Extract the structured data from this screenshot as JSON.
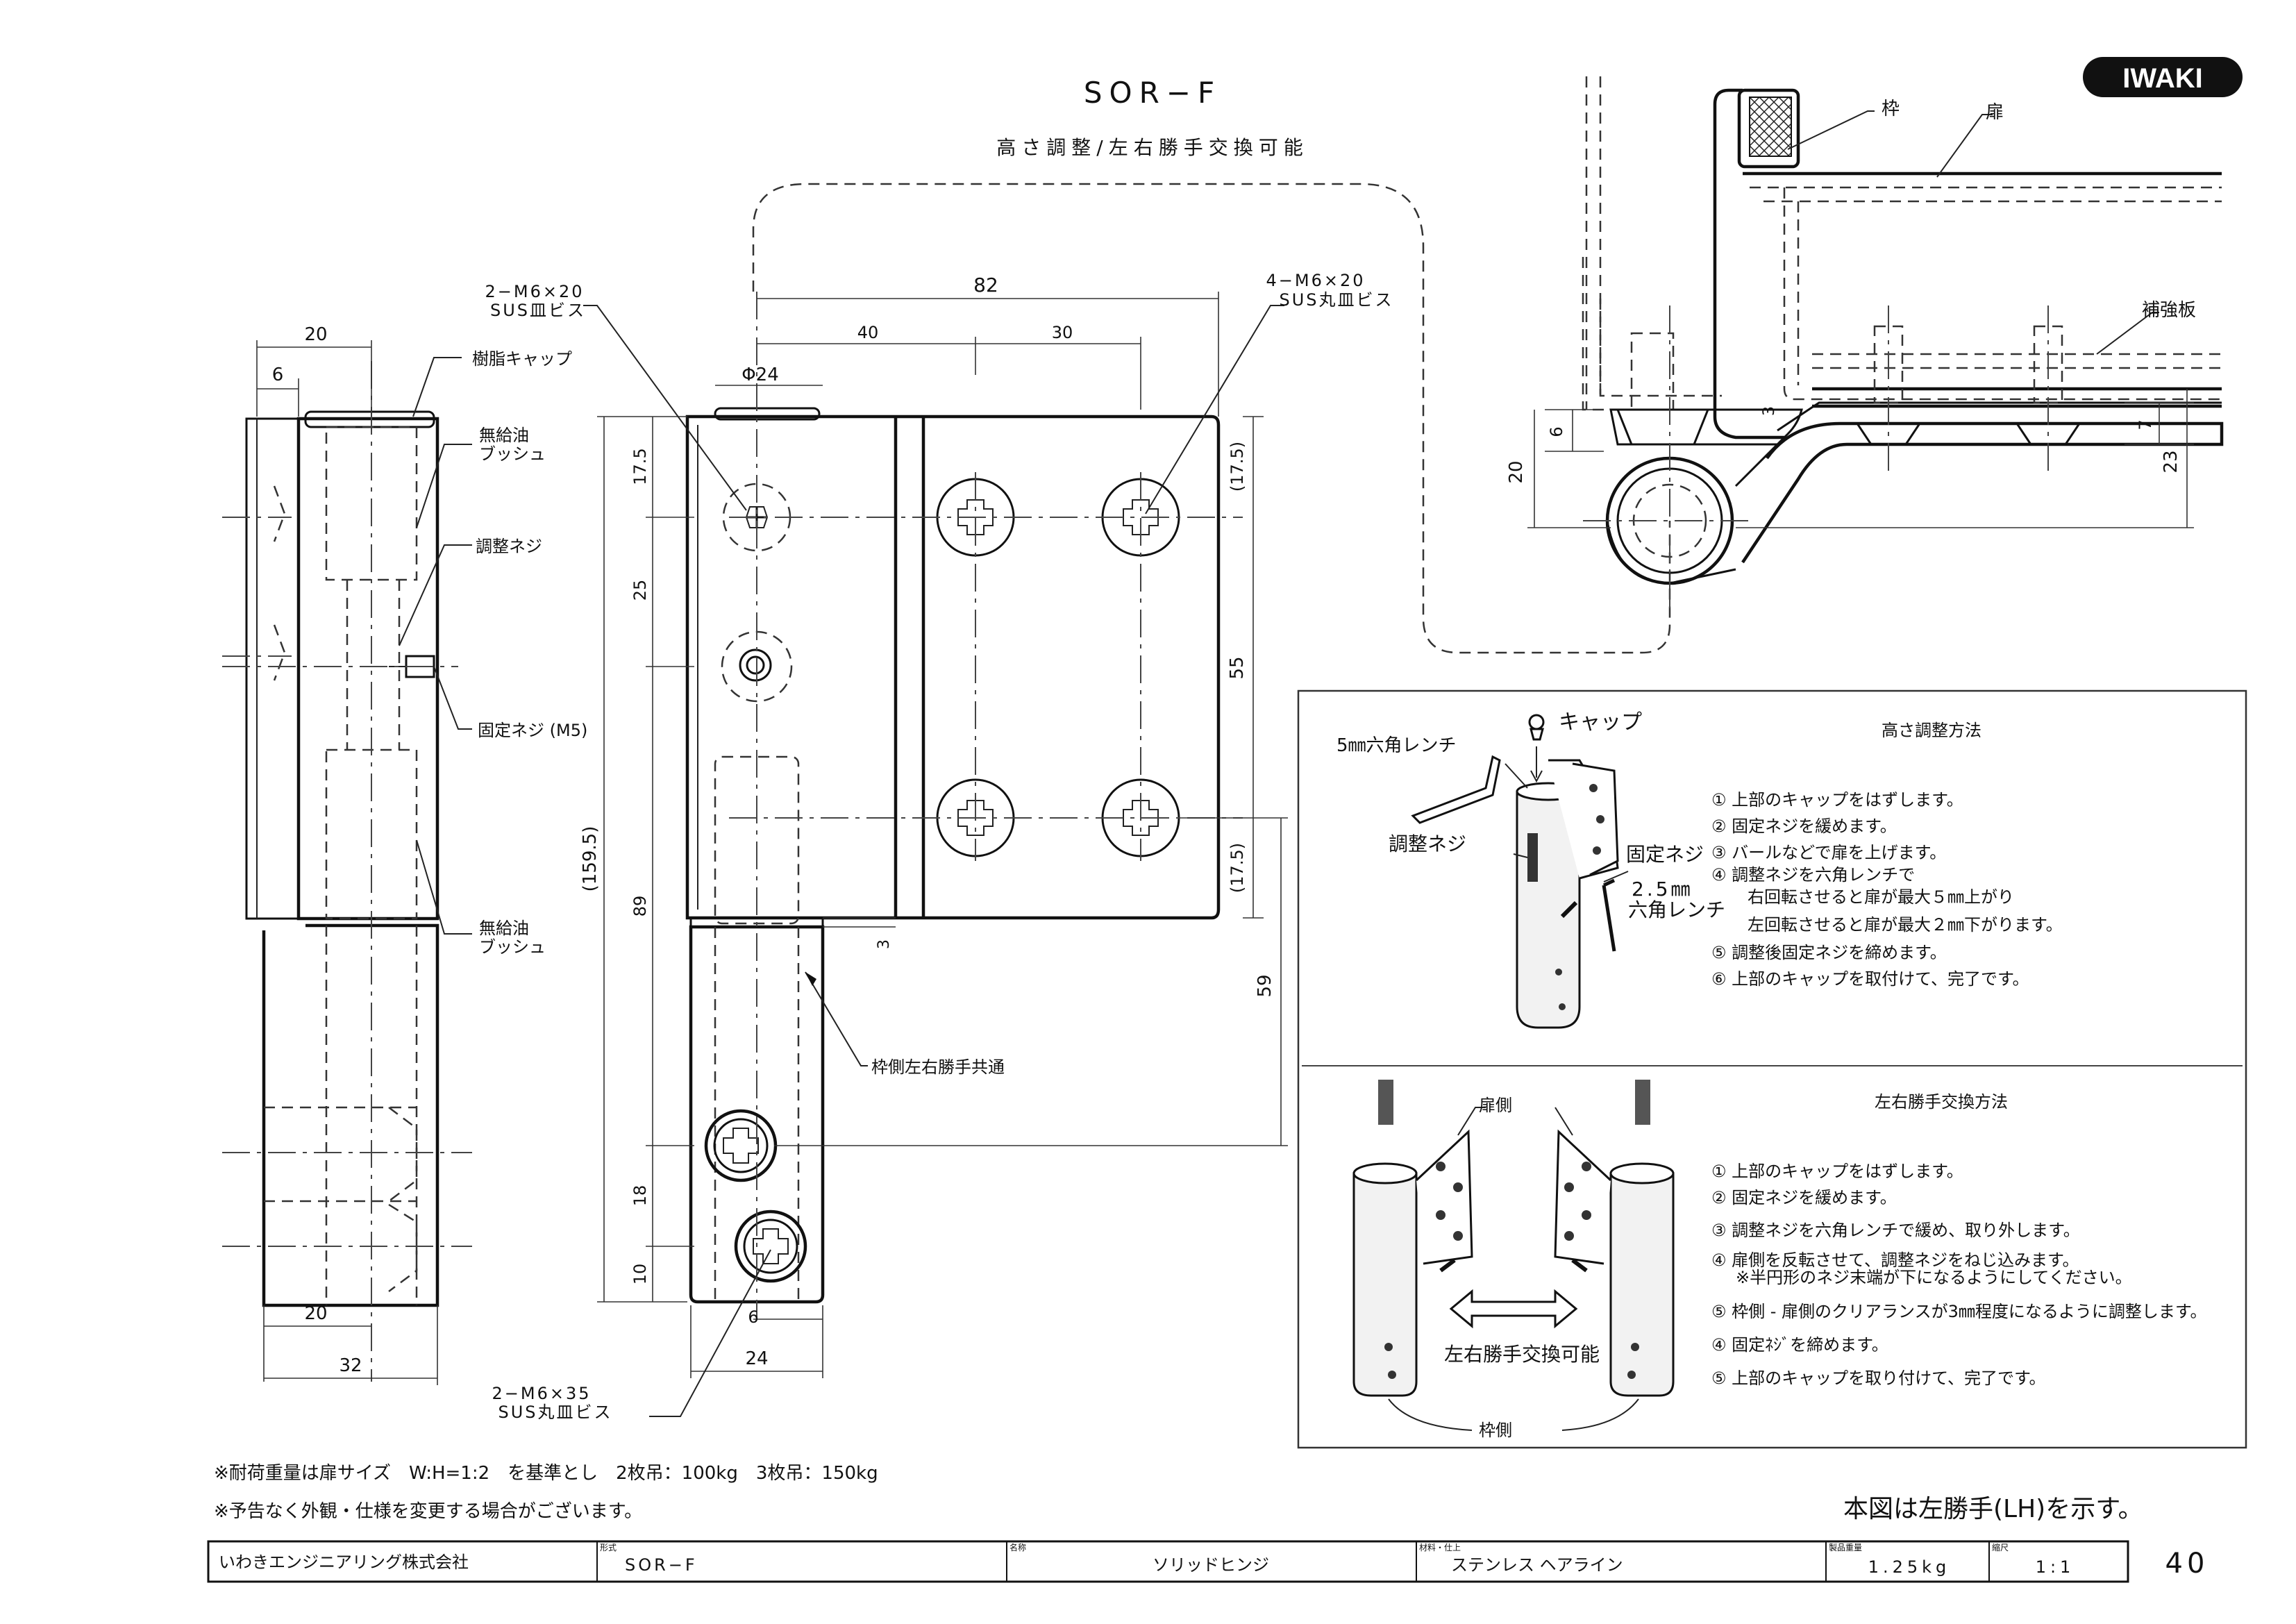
{
  "header": {
    "model": "SOR−F",
    "subtitle": "高さ調整/左右勝手交換可能",
    "brand": "IWAKI"
  },
  "side_view": {
    "dim_top_20": "20",
    "dim_top_6": "6",
    "dim_bottom_20": "20",
    "dim_bottom_32": "32",
    "label_cap": "樹脂キャップ",
    "label_bush_top": "無給油\nブッシュ",
    "label_adjust_screw": "調整ネジ",
    "label_fix_screw": "固定ネジ (M5)",
    "label_bush_bottom": "無給油\nブッシュ"
  },
  "front_view": {
    "screw_top_left_1": "2−M6×20",
    "screw_top_left_2": "SUS皿ビス",
    "screw_top_right_1": "4−M6×20",
    "screw_top_right_2": "SUS丸皿ビス",
    "screw_bottom_1": "2−M6×35",
    "screw_bottom_2": "SUS丸皿ビス",
    "dim_82": "82",
    "dim_40": "40",
    "dim_30": "30",
    "dim_phi24": "Φ24",
    "dim_17_5": "17.5",
    "dim_25": "25",
    "dim_159_5": "(159.5)",
    "dim_89": "89",
    "dim_18": "18",
    "dim_10": "10",
    "dim_6": "6",
    "dim_24": "24",
    "dim_3": "3",
    "dim_r17_5_top": "(17.5)",
    "dim_55": "55",
    "dim_r17_5_bottom": "(17.5)",
    "dim_59": "59",
    "label_frame_common": "枠側左右勝手共通"
  },
  "plan_view": {
    "label_frame": "枠",
    "label_door": "扉",
    "label_reinforce": "補強板",
    "dim_3": "3",
    "dim_6": "6",
    "dim_20": "20",
    "dim_7": "7",
    "dim_23": "23"
  },
  "instructions": {
    "height_title": "高さ調整方法",
    "height_steps": [
      "① 上部のキャップをはずします。",
      "② 固定ネジを緩めます。",
      "③ バールなどで扉を上げます。",
      "④ 調整ネジを六角レンチで",
      "右回転させると扉が最大５㎜上がり",
      "左回転させると扉が最大２㎜下がります。",
      "⑤ 調整後固定ネジを締めます。",
      "⑥ 上部のキャップを取付けて、完了です。"
    ],
    "fig_cap": "キャップ",
    "fig_wrench5": "5㎜六角レンチ",
    "fig_adjust": "調整ネジ",
    "fig_fix": "固定ネジ",
    "fig_wrench25_1": "2.5㎜",
    "fig_wrench25_2": "六角レンチ",
    "swap_title": "左右勝手交換方法",
    "swap_steps": [
      "① 上部のキャップをはずします。",
      "② 固定ネジを緩めます。",
      "③ 調整ネジを六角レンチで緩め、取り外します。",
      "④ 扉側を反転させて、調整ネジをねじ込みます。",
      "※半円形のネジ末端が下になるようにしてください。",
      "⑤ 枠側 - 扉側のクリアランスが3㎜程度になるように調整します。",
      "④ 固定ﾈｼﾞを締めます。",
      "⑤ 上部のキャップを取り付けて、完了です。"
    ],
    "fig_door_side": "扉側",
    "fig_frame_side": "枠側",
    "fig_swap": "左右勝手交換可能"
  },
  "notes": {
    "note1": "※耐荷重量は扉サイズ　W:H=1:2　を基準とし　2枚吊：100kg　3枚吊：150kg",
    "note2": "※予告なく外観・仕様を変更する場合がございます。",
    "lh_note": "本図は左勝手(LH)を示す。"
  },
  "title_block": {
    "company": "いわきエンジニアリング株式会社",
    "model_label": "形式",
    "model": "SOR−F",
    "name_label": "名称",
    "name": "ソリッドヒンジ",
    "material_label": "材料・仕上",
    "material": "ステンレス ヘアライン",
    "weight_label": "製品重量",
    "weight": "1.25kg",
    "scale_label": "縮尺",
    "scale": "1:1",
    "page": "40"
  }
}
